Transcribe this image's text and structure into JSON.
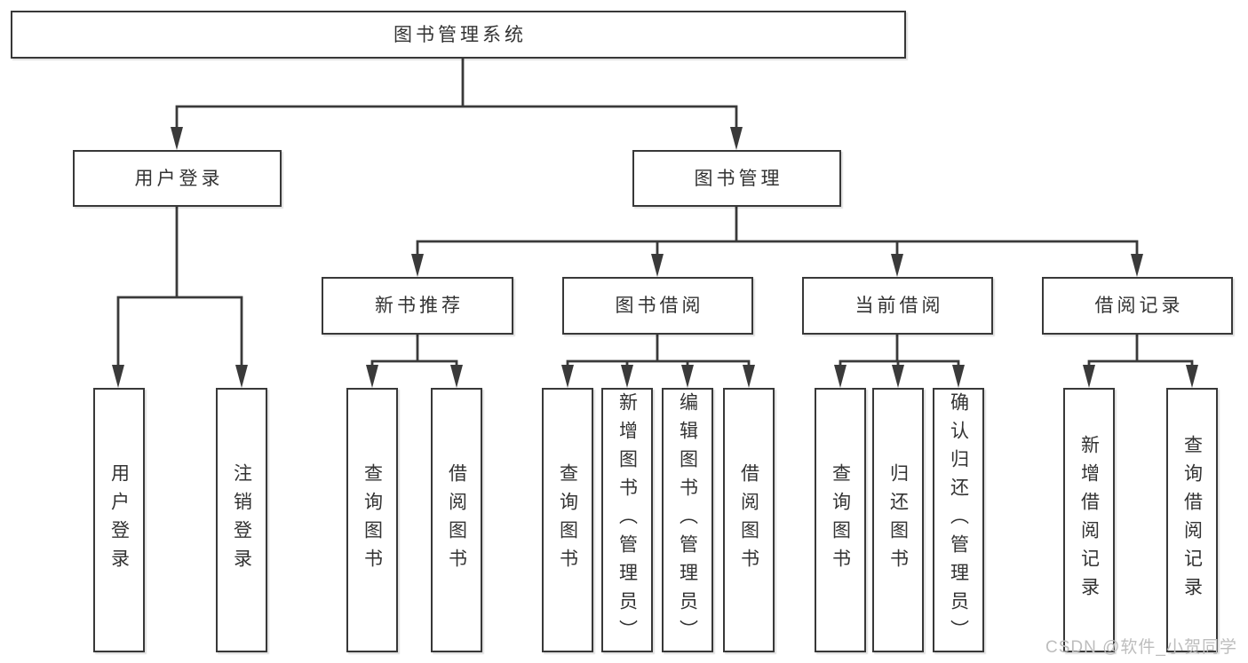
{
  "tree": {
    "label": "图书管理系统",
    "children": [
      {
        "label": "用户登录",
        "children": [
          {
            "label": "用户登录"
          },
          {
            "label": "注销登录"
          }
        ]
      },
      {
        "label": "图书管理",
        "children": [
          {
            "label": "新书推荐",
            "children": [
              {
                "label": "查询图书"
              },
              {
                "label": "借阅图书"
              }
            ]
          },
          {
            "label": "图书借阅",
            "children": [
              {
                "label": "查询图书"
              },
              {
                "label": "新增图书（管理员）"
              },
              {
                "label": "编辑图书（管理员）"
              },
              {
                "label": "借阅图书"
              }
            ]
          },
          {
            "label": "当前借阅",
            "children": [
              {
                "label": "查询图书"
              },
              {
                "label": "归还图书"
              },
              {
                "label": "确认归还（管理员）"
              }
            ]
          },
          {
            "label": "借阅记录",
            "children": [
              {
                "label": "新增借阅记录"
              },
              {
                "label": "查询借阅记录"
              }
            ]
          }
        ]
      }
    ]
  },
  "watermark": {
    "text": "CSDN @软件_小贺同学"
  },
  "colors": {
    "line": "#3a3a3a",
    "box_border": "#383838",
    "text": "#333333",
    "background": "#ffffff",
    "watermark_text": "#bdbdbd"
  }
}
